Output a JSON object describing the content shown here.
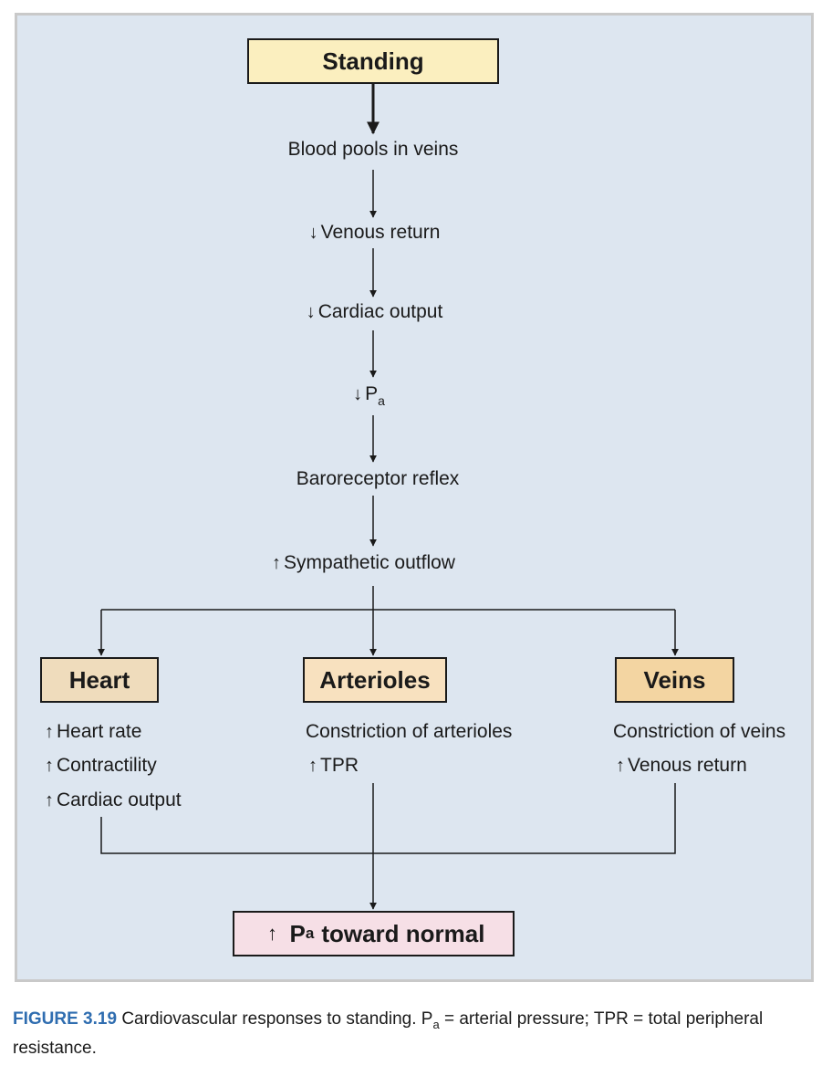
{
  "diagram": {
    "top_box": "Standing",
    "steps": {
      "blood_pools": "Blood pools in veins",
      "venous_return": "Venous return",
      "cardiac_output": "Cardiac output",
      "pa_symbol": "P",
      "pa_subscript": "a",
      "baroreceptor": "Baroreceptor reflex",
      "sympathetic": "Sympathetic outflow"
    },
    "branches": {
      "heart": {
        "title": "Heart",
        "lines": [
          "Heart rate",
          "Contractility",
          "Cardiac output"
        ]
      },
      "arterioles": {
        "title": "Arterioles",
        "line1": "Constriction of arterioles",
        "line2": "TPR"
      },
      "veins": {
        "title": "Veins",
        "line1": "Constriction of veins",
        "line2": "Venous return"
      }
    },
    "result": {
      "symbol": "P",
      "subscript": "a",
      "text": "toward normal"
    },
    "colors": {
      "panel_bg": "#dde6f0",
      "standing_box": "#fbefbf",
      "heart_box": "#efdcbc",
      "arterioles_box": "#f8e1bf",
      "veins_box": "#f3d5a2",
      "result_box": "#f6dfe6",
      "caption_label": "#2f6db0"
    },
    "icons": {
      "down": "down-arrow-icon",
      "up": "up-arrow-icon"
    }
  },
  "caption": {
    "label": "FIGURE 3.19",
    "text_1": "Cardiovascular responses to standing. P",
    "subscript": "a",
    "text_2": "= arterial pressure; TPR = total peripheral resistance."
  }
}
